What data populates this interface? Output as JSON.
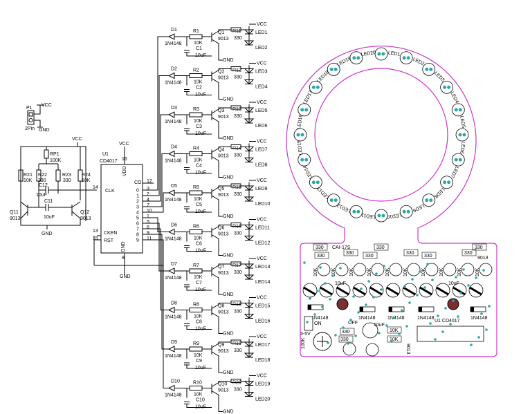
{
  "schematic": {
    "power": {
      "p1": "P1",
      "p1_pin": "2Pin",
      "vcc": "VCC",
      "gnd": "GND"
    },
    "oscillator": {
      "vcc": "VCC",
      "rp1": "RP1",
      "rp1_val": "100K",
      "r21": "R21",
      "r21_val": "10K",
      "r22": "R22",
      "r22_val": "330",
      "r23": "R23",
      "r23_val": "330",
      "r24": "R24",
      "r24_val": "10K",
      "c12": "C12",
      "c12_val": "10uF",
      "c11": "C11",
      "c11_val": "10uF",
      "q11": "Q11",
      "q11_val": "9013",
      "q12": "Q12",
      "q12_val": "9013",
      "gnd": "GND"
    },
    "ic": {
      "u1": "U1",
      "part": "CD4017",
      "vcc": "VCC",
      "vdd": "VDD",
      "gnd_pin": "GND",
      "clk_pin": "14",
      "clk": "CLK",
      "cken_pin": "13",
      "cken": "CKEN",
      "rst_pin": "15",
      "rst": "RST",
      "gnd_num": "8",
      "gnd": "GND",
      "vdd_num": "16",
      "outputs": [
        "0",
        "1",
        "2",
        "3",
        "4",
        "5",
        "6",
        "7",
        "8",
        "9"
      ],
      "pins": [
        "3",
        "2",
        "4",
        "7",
        "10",
        "1",
        "5",
        "6",
        "9",
        "11"
      ],
      "co": "CO",
      "co_pin": "12"
    },
    "stages": [
      {
        "d": "D1",
        "r": "R1",
        "c": "C1",
        "q": "Q1",
        "rl": "R11",
        "la": "LED1",
        "lb": "LED2"
      },
      {
        "d": "D2",
        "r": "R2",
        "c": "C2",
        "q": "Q2",
        "rl": "R12",
        "la": "LED3",
        "lb": "LED4"
      },
      {
        "d": "D3",
        "r": "R3",
        "c": "C3",
        "q": "Q3",
        "rl": "R13",
        "la": "LED5",
        "lb": "LED6"
      },
      {
        "d": "D4",
        "r": "R4",
        "c": "C4",
        "q": "Q4",
        "rl": "R14",
        "la": "LED7",
        "lb": "LED8"
      },
      {
        "d": "D5",
        "r": "R5",
        "c": "C5",
        "q": "Q5",
        "rl": "R15",
        "la": "LED9",
        "lb": "LED10"
      },
      {
        "d": "D6",
        "r": "R6",
        "c": "C6",
        "q": "Q6",
        "rl": "R16",
        "la": "LED11",
        "lb": "LED12"
      },
      {
        "d": "D7",
        "r": "R7",
        "c": "C7",
        "q": "Q7",
        "rl": "R17",
        "la": "LED13",
        "lb": "LED14"
      },
      {
        "d": "D8",
        "r": "R8",
        "c": "C8",
        "q": "Q8",
        "rl": "R18",
        "la": "LED15",
        "lb": "LED16"
      },
      {
        "d": "D9",
        "r": "R9",
        "c": "C9",
        "q": "Q9",
        "rl": "R19",
        "la": "LED17",
        "lb": "LED18"
      },
      {
        "d": "D10",
        "r": "R10",
        "c": "C10",
        "q": "Q10",
        "rl": "R20",
        "la": "LED19",
        "lb": "LED20"
      }
    ],
    "stage_values": {
      "diode": "1N4148",
      "res": "10K",
      "cap": "10uF",
      "trans": "9013",
      "rload": "330",
      "vcc": "VCC",
      "gnd": "GND"
    }
  },
  "pcb": {
    "ring_leds": [
      "LED1",
      "LED2",
      "LED3",
      "LED4",
      "LED5",
      "LED6",
      "LED7",
      "LED8",
      "LED9",
      "LED10",
      "LED11",
      "LED12",
      "LED13",
      "LED14",
      "LED15",
      "LED16",
      "LED17",
      "LED18",
      "LED19",
      "LED20"
    ],
    "title": "CAI-17S",
    "res330": "330",
    "res10k": "10K",
    "cap": "10uF",
    "diode": "1N4148",
    "trans": "9013",
    "ic": "U1 CD4017",
    "on": "ON",
    "off": "OFF",
    "pot": "100K",
    "pot_side": "3-5V"
  },
  "colors": {
    "ink": "#000000",
    "pcb_outline": "#cc33cc",
    "pad": "#2aa7a7"
  }
}
